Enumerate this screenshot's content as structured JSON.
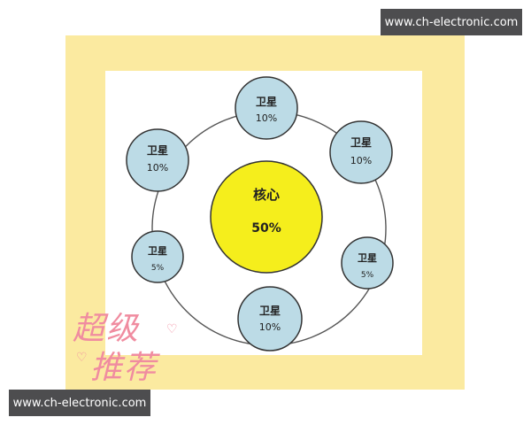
{
  "diagram": {
    "core": {
      "label": "核心",
      "value": "50%"
    },
    "satellites": [
      {
        "label": "卫星",
        "value": "10%"
      },
      {
        "label": "卫星",
        "value": "10%"
      },
      {
        "label": "卫星",
        "value": "5%"
      },
      {
        "label": "卫星",
        "value": "10%"
      },
      {
        "label": "卫星",
        "value": "5%"
      },
      {
        "label": "卫星",
        "value": "10%"
      }
    ]
  },
  "overlay": {
    "handwriting_line1": "超级",
    "handwriting_line2": "推荐"
  },
  "watermark": {
    "top": "www.ch-electronic.com",
    "bottom": "www.ch-electronic.com"
  },
  "colors": {
    "frame": "#fbeaa0",
    "core_fill": "#f5ee1c",
    "satellite_fill": "#bcdbe6",
    "handwriting": "#f08ca0"
  }
}
